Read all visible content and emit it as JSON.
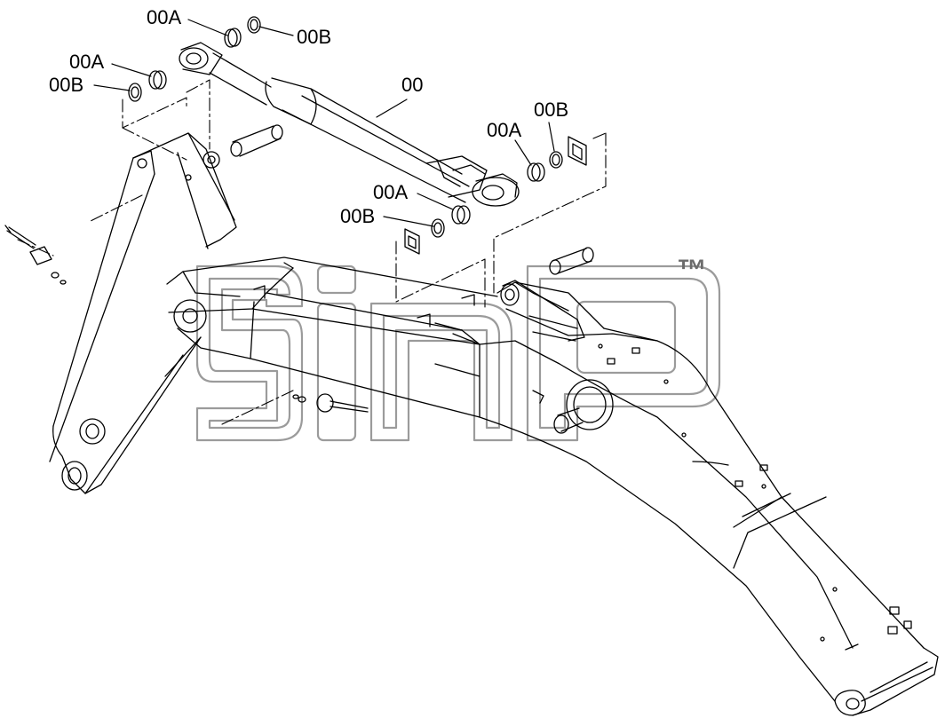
{
  "diagram": {
    "callouts": [
      {
        "id": "c1",
        "text": "00A"
      },
      {
        "id": "c2",
        "text": "00B"
      },
      {
        "id": "c3",
        "text": "00A"
      },
      {
        "id": "c4",
        "text": "00B"
      },
      {
        "id": "c5",
        "text": "00"
      },
      {
        "id": "c6",
        "text": "00B"
      },
      {
        "id": "c7",
        "text": "00A"
      },
      {
        "id": "c8",
        "text": "00A"
      },
      {
        "id": "c9",
        "text": "00B"
      }
    ]
  },
  "watermark": {
    "logo_text": "sinp",
    "trademark": "™",
    "color": "#8a8a8a"
  }
}
